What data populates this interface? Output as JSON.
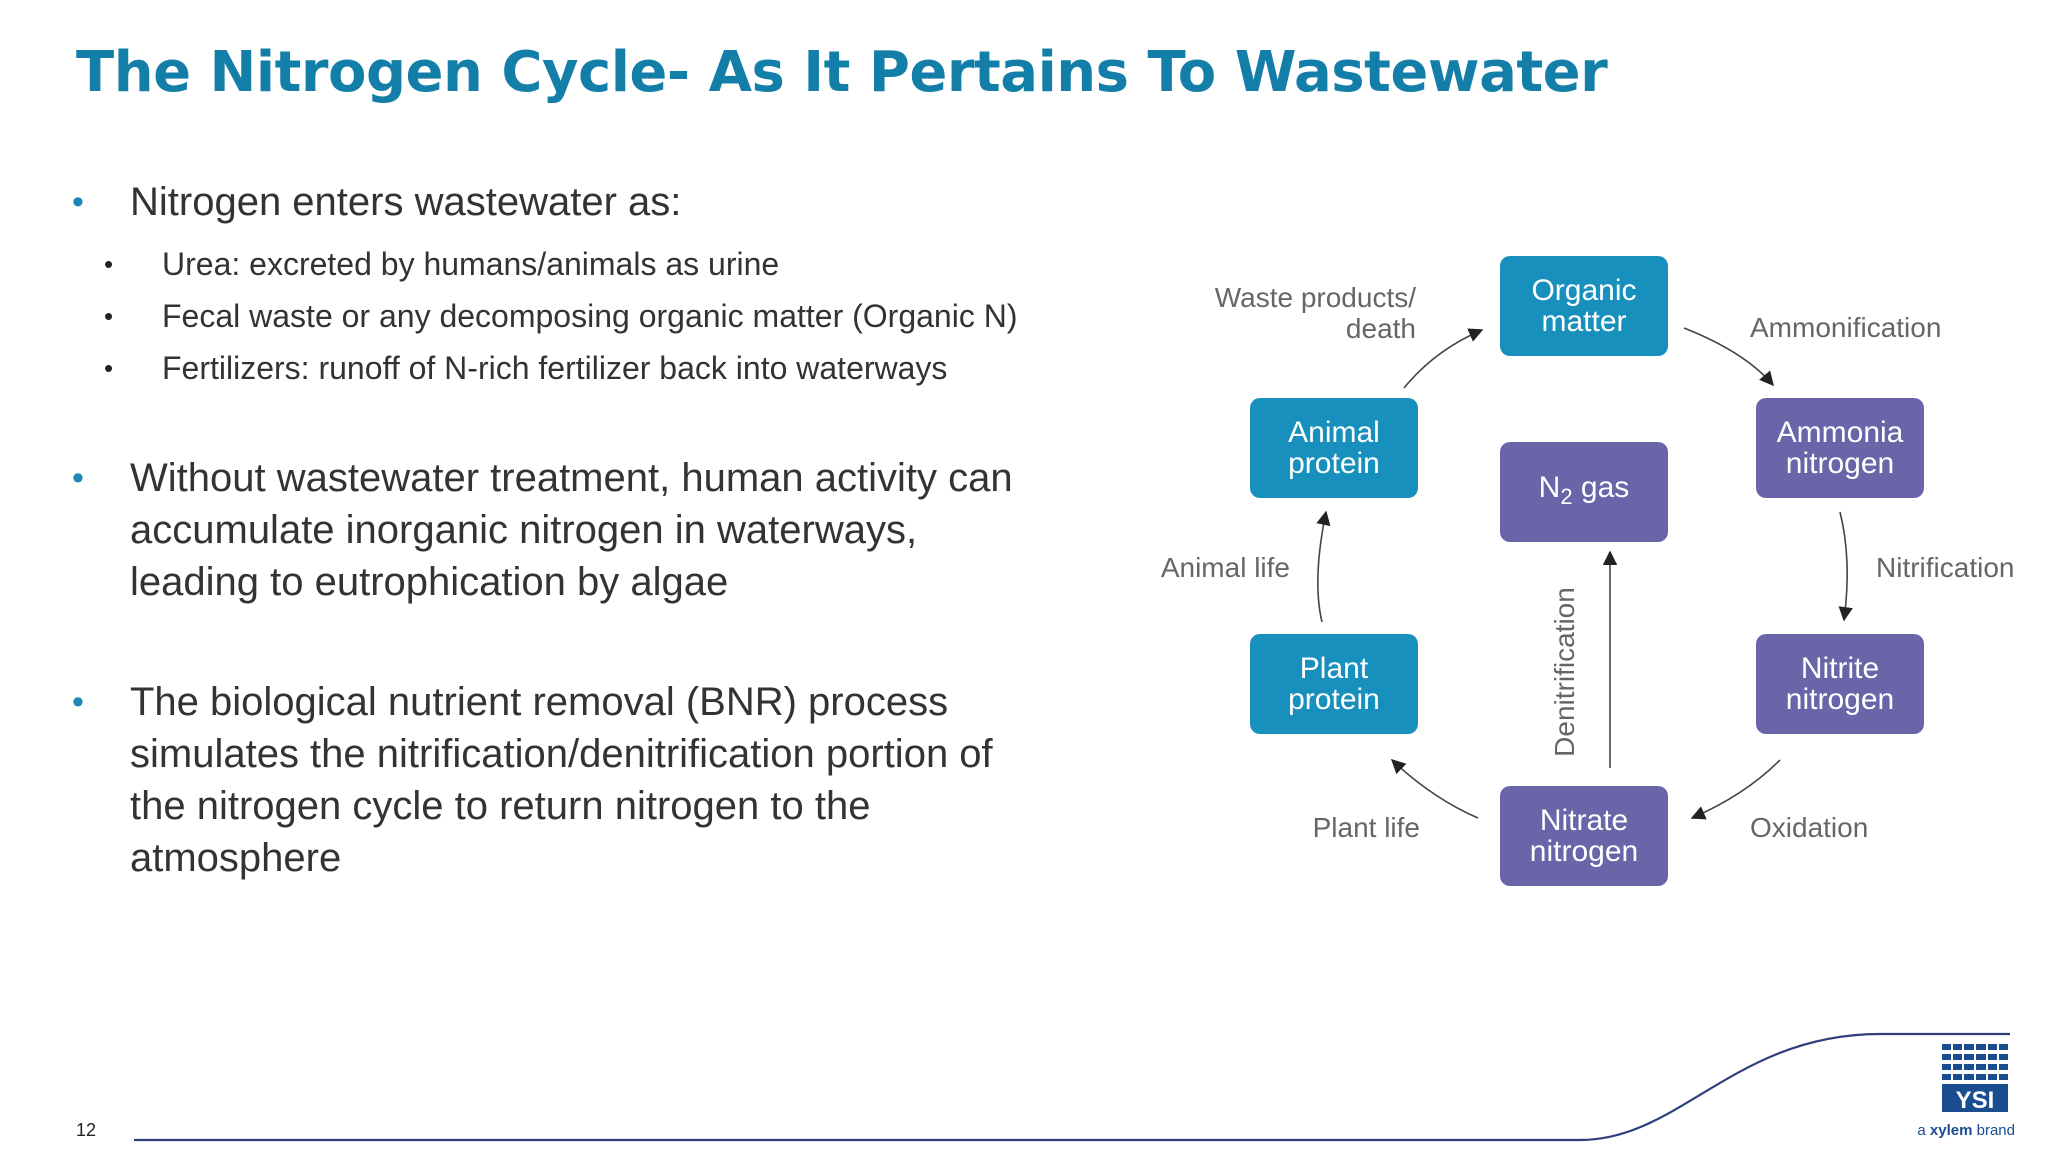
{
  "slide": {
    "title": "The Nitrogen Cycle- As It Pertains To Wastewater",
    "page_number": "12"
  },
  "bullets": {
    "b1": "Nitrogen enters wastewater as:",
    "b1_sub": [
      "Urea: excreted by humans/animals as urine",
      "Fecal waste or any decomposing organic matter (Organic N)",
      "Fertilizers: runoff of N-rich fertilizer back into waterways"
    ],
    "b2": [
      "Without wastewater treatment, human activity can",
      "accumulate inorganic nitrogen in waterways,",
      "leading to eutrophication by algae"
    ],
    "b3": [
      "The biological nutrient removal (BNR) process",
      "simulates the nitrification/denitrification portion of",
      "the nitrogen cycle to return nitrogen to the",
      "atmosphere"
    ]
  },
  "diagram": {
    "nodes": {
      "organic": [
        "Organic",
        "matter"
      ],
      "ammonia": [
        "Ammonia",
        "nitrogen"
      ],
      "nitrite": [
        "Nitrite",
        "nitrogen"
      ],
      "nitrate": [
        "Nitrate",
        "nitrogen"
      ],
      "plant": [
        "Plant",
        "protein"
      ],
      "animal": [
        "Animal",
        "protein"
      ],
      "n2_main": "N",
      "n2_sub": "2",
      "n2_rest": " gas"
    },
    "labels": {
      "waste": [
        "Waste products/",
        "death"
      ],
      "ammonification": "Ammonification",
      "nitrification": "Nitrification",
      "oxidation": "Oxidation",
      "plant_life": "Plant life",
      "animal_life": "Animal life",
      "denitrification": "Denitrification"
    }
  },
  "brand": {
    "logo_text": "YSI",
    "tagline_pre": "a ",
    "tagline_name": "xylem",
    "tagline_post": " brand"
  },
  "colors": {
    "title": "#137fa8",
    "teal_node": "#1790bd",
    "purple_node": "#6a64a8",
    "footer_line": "#2e3f7c",
    "brand_blue": "#1a4d8f"
  }
}
